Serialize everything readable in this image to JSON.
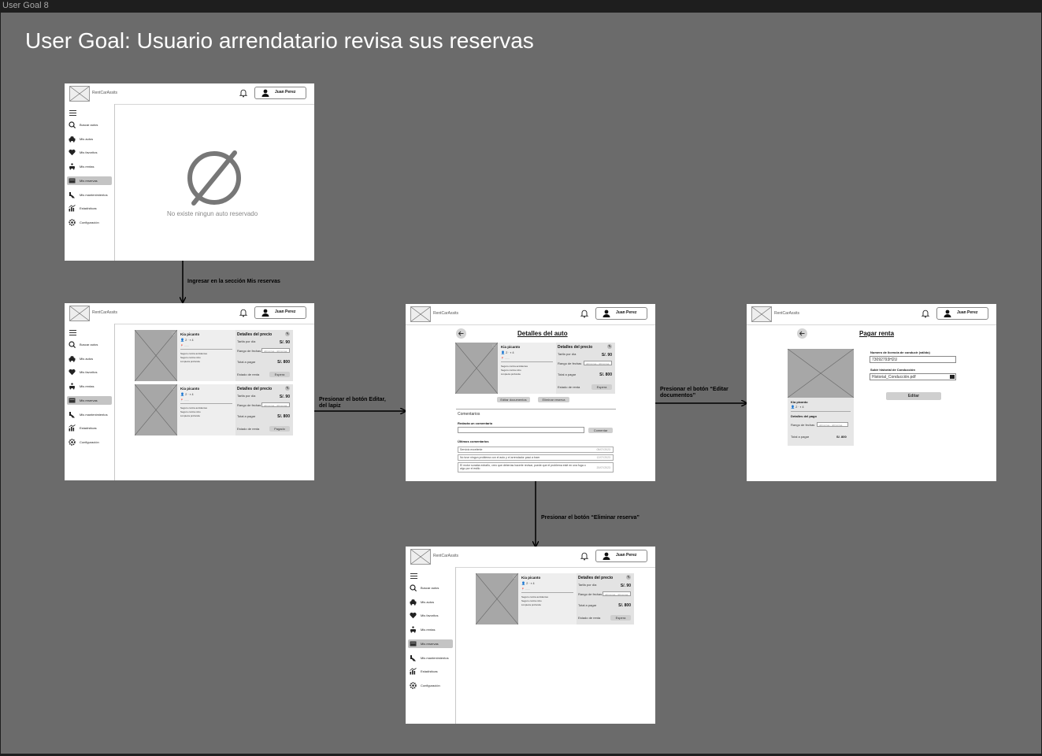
{
  "frame_label": "User Goal 8",
  "goal_title": "User Goal: Usuario arrendatario revisa sus reservas",
  "app": {
    "brand": "RentCarAssits",
    "user_name": "Juan Perez"
  },
  "sidebar": {
    "items": [
      {
        "label": "Buscar autos",
        "icon": "search-icon"
      },
      {
        "label": "Mis autos",
        "icon": "car-icon"
      },
      {
        "label": "Mis favoritos",
        "icon": "heart-icon"
      },
      {
        "label": "Mis rentas",
        "icon": "rental-icon"
      },
      {
        "label": "Mis reservas",
        "icon": "reservation-icon"
      },
      {
        "label": "Mis mantenimientos",
        "icon": "maintenance-icon"
      },
      {
        "label": "Estadísticas",
        "icon": "stats-icon"
      },
      {
        "label": "Configuración",
        "icon": "gear-icon"
      }
    ],
    "active_index": 4
  },
  "empty_screen": {
    "message": "No existe ningun auto reservado"
  },
  "car": {
    "name": "Kia picanto",
    "details_title": "Detalles del precio",
    "price_per_day_label": "Tarifa por día",
    "price_value": "S/. 90",
    "date_range_label": "Rango de fechas",
    "total_label": "Total a pagar",
    "total_value": "S/. 800",
    "state_label": "Estado de renta",
    "state_pending": "Espera",
    "state_paid": "Pagado",
    "date_placeholder": "dd/mm/aa - dd/mm/aa",
    "feature_1": "Seguro contra accidentes",
    "feature_2": "Seguro contra robo",
    "feature_3": "Limpieza profunda"
  },
  "details_screen": {
    "title": "Detalles del auto",
    "edit_docs_button": "Editar documentos",
    "delete_button": "Eliminar reserva",
    "comments_title": "Comentarios",
    "write_comment_label": "Redacta un comentario",
    "comment_button": "Comentar",
    "latest_comments_label": "Últimos comentarios",
    "comments": [
      {
        "text": "Servicio excelente",
        "date": "05/07/2023"
      },
      {
        "text": "No tuve ningun problema con el auto y el arrendador pasó a traer",
        "date": "12/07/2023"
      },
      {
        "text": "El motor sonaba extraño, creo que deberías hacerle revisar, puede que el problema esté en una fuga o algo por el estilo",
        "date": "20/07/2023"
      }
    ]
  },
  "pay_screen": {
    "title": "Pagar renta",
    "license_label": "Numero de licencia de conducir (válido)",
    "license_value": "73092793H2U",
    "history_label": "Subir historial de Conducción",
    "history_value": "Historial_Conducción.pdf",
    "edit_button": "Editar",
    "payment_details_label": "Detalles del pago",
    "date_range_label": "Rango de fechas",
    "total_label": "Total a pagar",
    "total_value": "S/. 800"
  },
  "arrows": {
    "enter": "Ingresar en la sección Mis reservas",
    "edit_line1": "Presionar el botón Editar,",
    "edit_line2": "del lapiz",
    "docs_line1": "Presionar el botón “Editar",
    "docs_line2": "documentos”",
    "delete": "Presionar el botón “Eliminar reserva”"
  },
  "colors": {
    "board": "#6b6b6b",
    "canvas": "#1e1e1e",
    "active_nav": "#c4c4c4",
    "image_placeholder": "#a7a7a7"
  }
}
